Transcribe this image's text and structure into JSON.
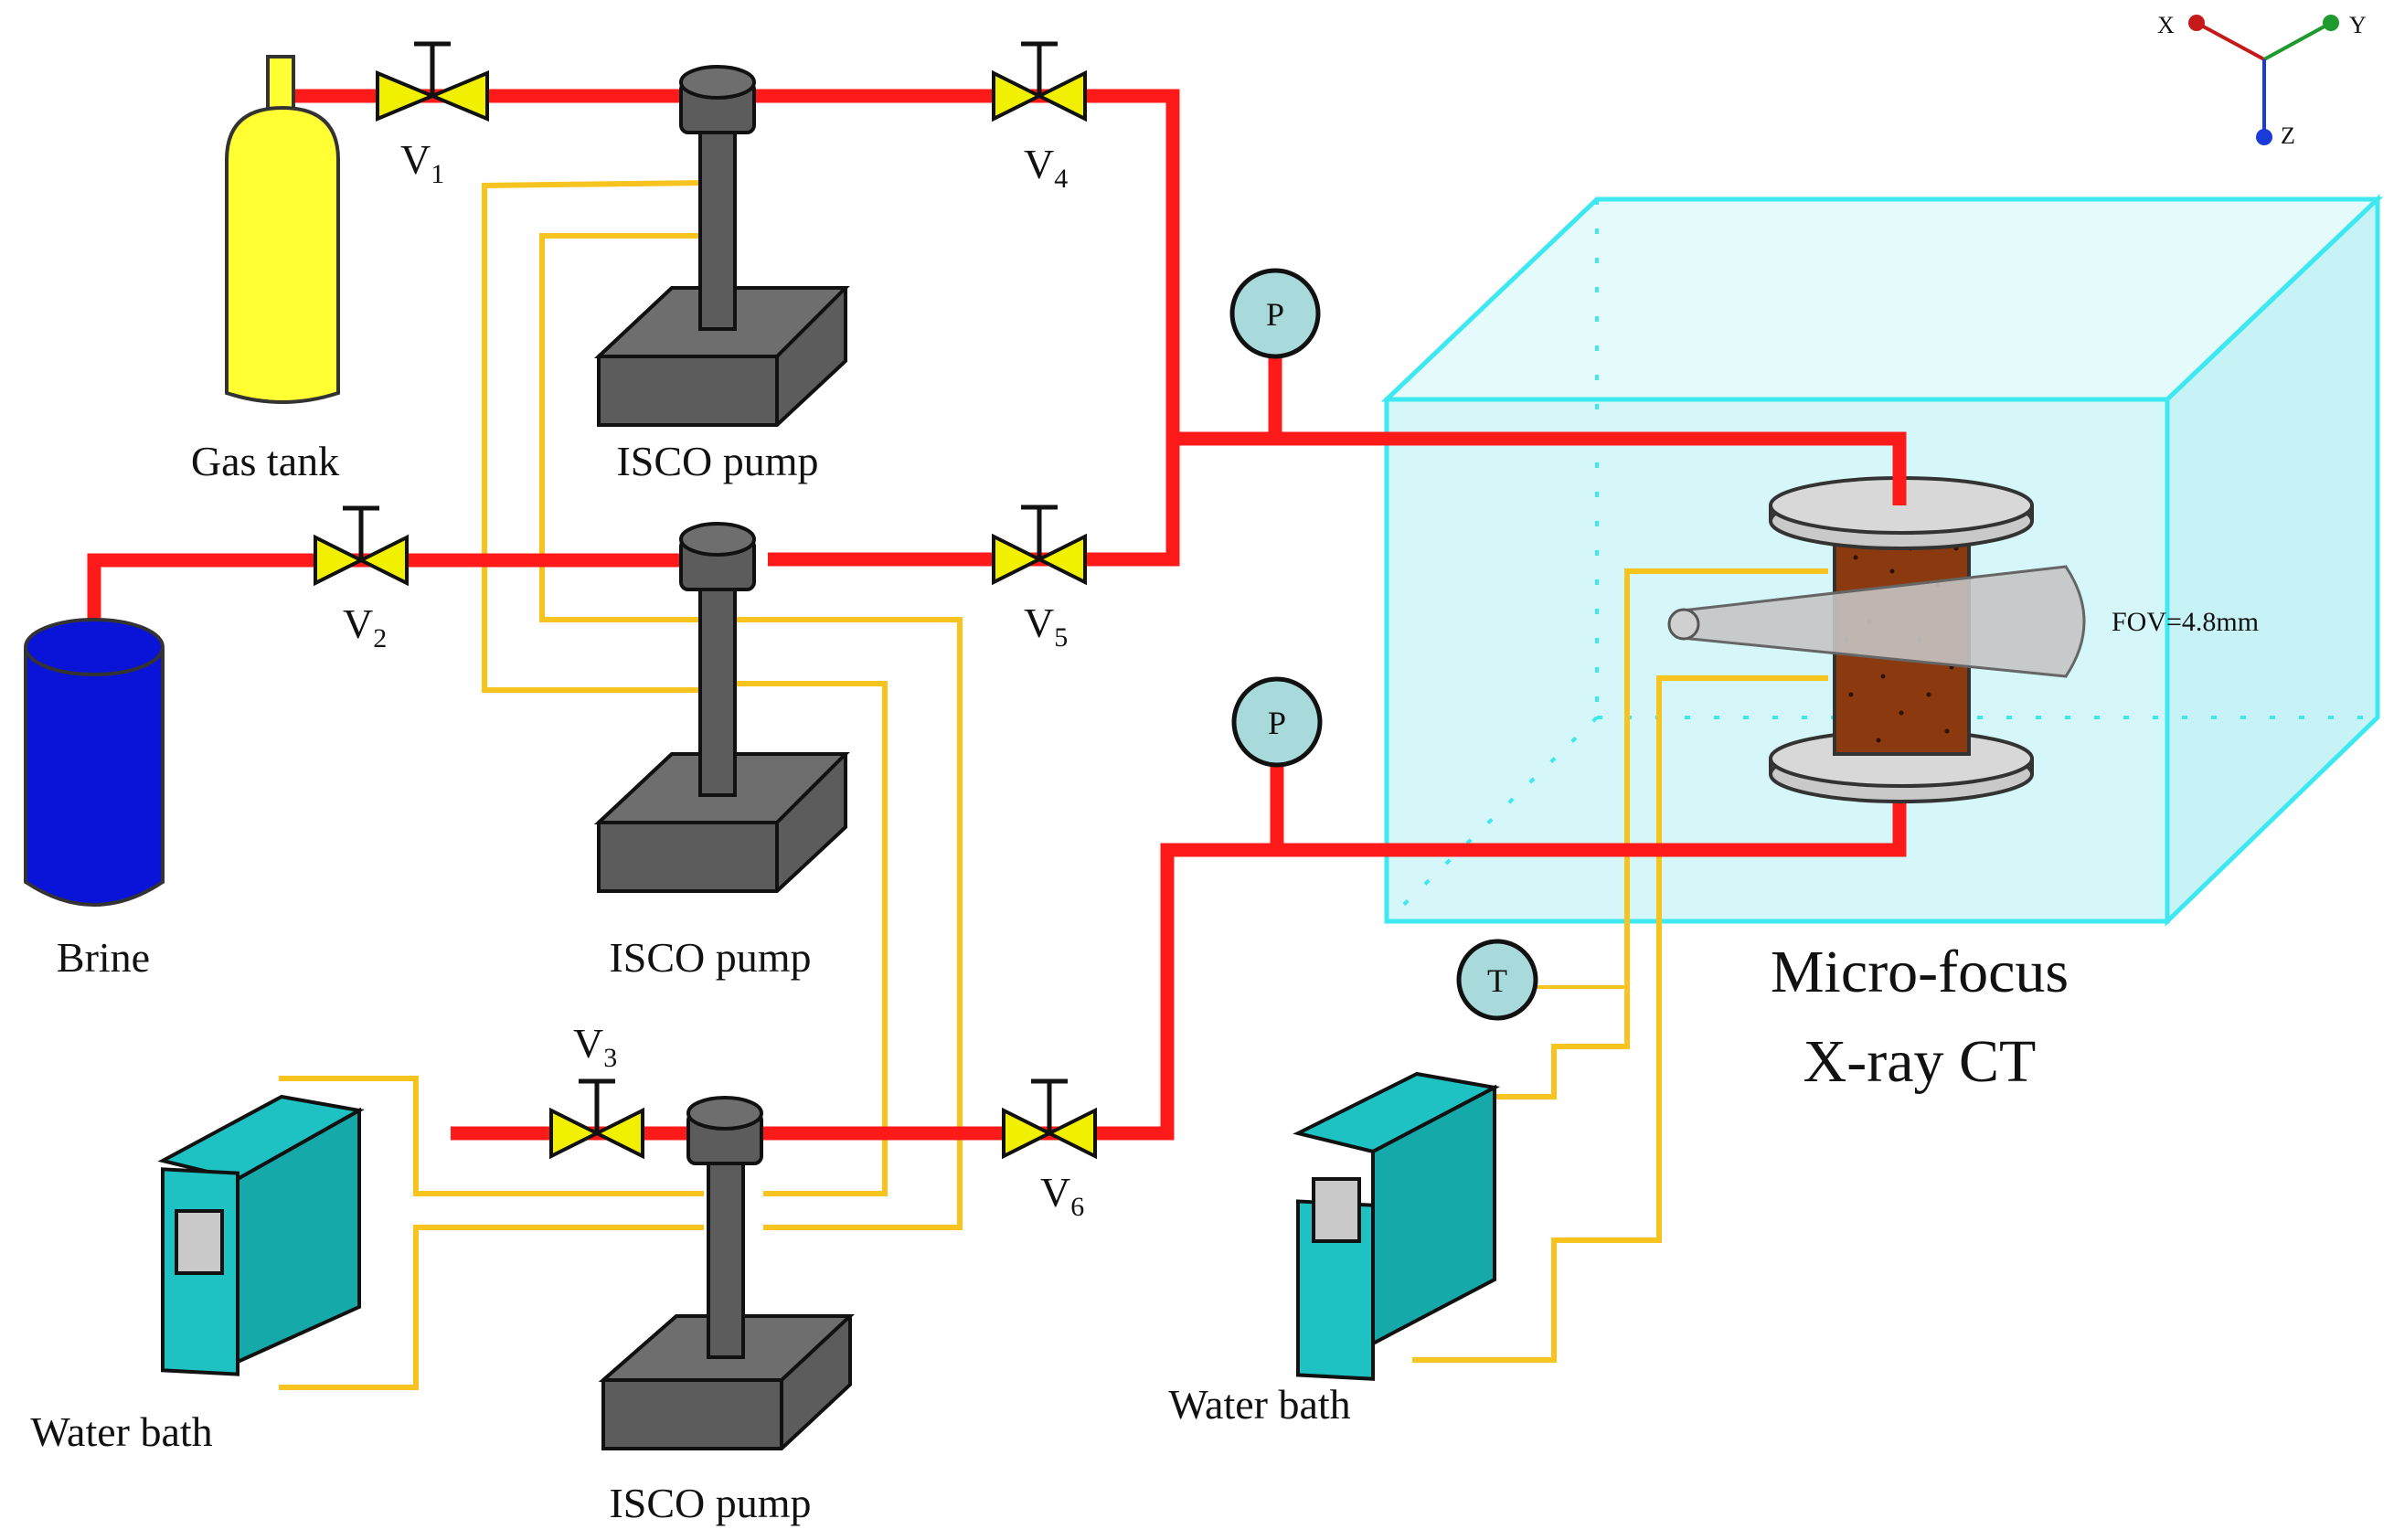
{
  "components": {
    "gas_tank": "Gas tank",
    "brine": "Brine",
    "pump_top": "ISCO pump",
    "pump_middle": "ISCO pump",
    "pump_bottom": "ISCO pump",
    "water_bath_left": "Water bath",
    "water_bath_right": "Water bath",
    "ct_line1": "Micro-focus",
    "ct_line2": "X-ray CT",
    "fov": "FOV=4.8mm"
  },
  "valves": [
    {
      "letter": "V",
      "sub": "1"
    },
    {
      "letter": "V",
      "sub": "2"
    },
    {
      "letter": "V",
      "sub": "3"
    },
    {
      "letter": "V",
      "sub": "4"
    },
    {
      "letter": "V",
      "sub": "5"
    },
    {
      "letter": "V",
      "sub": "6"
    }
  ],
  "gauges": {
    "pressure_top": "P",
    "pressure_bottom": "P",
    "temperature": "T"
  },
  "axes": {
    "x": "X",
    "y": "Y",
    "z": "Z"
  },
  "colors": {
    "gas_line": "#ff1a1a",
    "water_line": "#f7c31e",
    "gas_tank": "#ffff33",
    "brine": "#0a14d8",
    "pump": "#5c5c5c",
    "water_bath": "#1fc2c2",
    "ct_box": "#3ee8f0",
    "gauge": "#a8dadc",
    "sample": "#8b3a0f",
    "valve": "#f0f000"
  }
}
